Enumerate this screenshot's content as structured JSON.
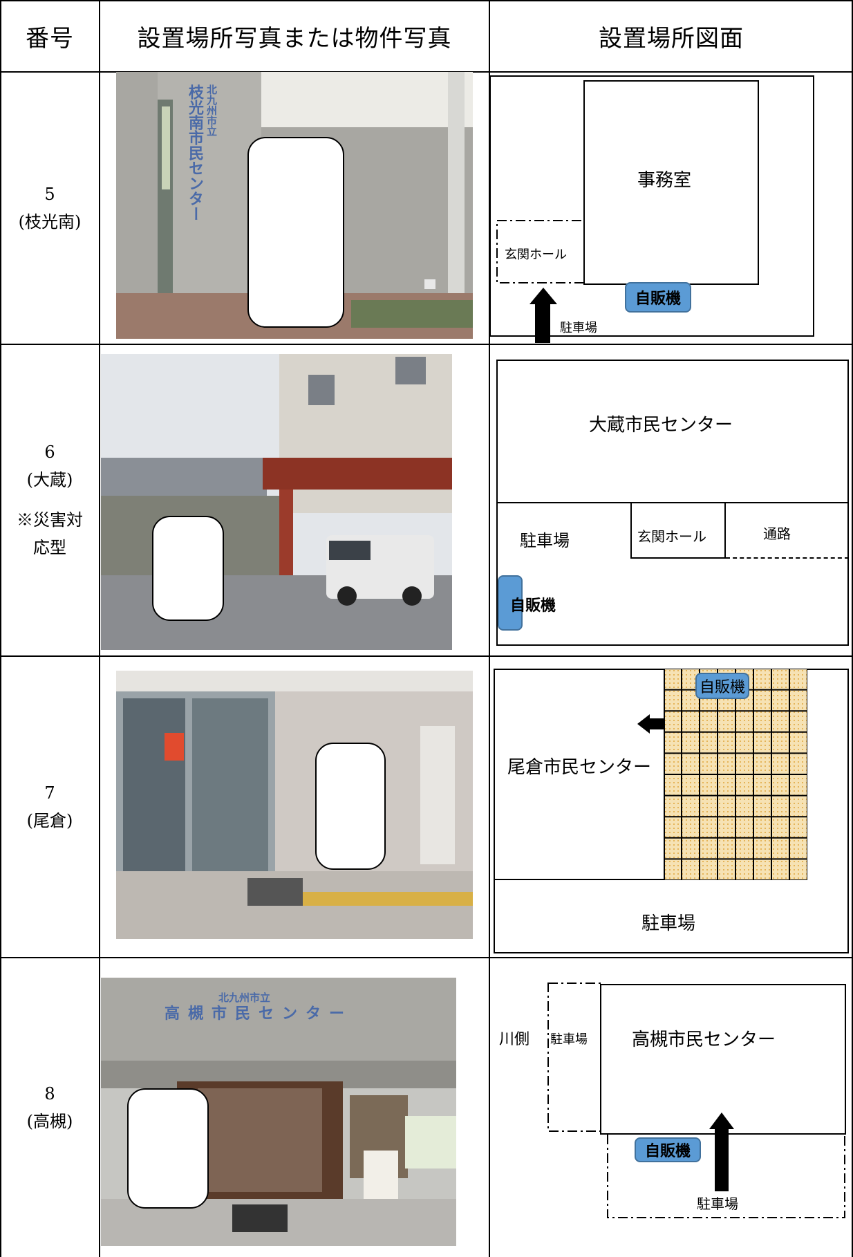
{
  "header": {
    "col_number": "番号",
    "col_photo": "設置場所写真または物件写真",
    "col_map": "設置場所図面"
  },
  "rows": [
    {
      "number": "5",
      "name": "(枝光南)",
      "photo_sign_line1": "北九州市立",
      "photo_sign_line2": "枝光南市民センター",
      "map": {
        "office": "事務室",
        "entrance": "玄関ホール",
        "vending": "自販機",
        "parking": "駐車場"
      }
    },
    {
      "number": "6",
      "name": "(大蔵)",
      "note_line1": "※災害対",
      "note_line2": "応型",
      "map": {
        "center": "大蔵市民センター",
        "parking": "駐車場",
        "entrance": "玄関ホール",
        "passage": "通路",
        "vending": "自販機"
      }
    },
    {
      "number": "7",
      "name": "(尾倉)",
      "map": {
        "center": "尾倉市民センター",
        "vending": "自販機",
        "parking": "駐車場"
      }
    },
    {
      "number": "8",
      "name": "(高槻)",
      "photo_sign_line1": "北九州市立",
      "photo_sign_line2": "高槻市民センター",
      "map": {
        "river": "川側",
        "parking_side": "駐車場",
        "center": "高槻市民センター",
        "vending": "自販機",
        "parking": "駐車場"
      }
    }
  ],
  "colors": {
    "vending_fill": "#5b9bd5",
    "vending_border": "#41719c",
    "grid_fill": "#f2d9a0",
    "line": "#000000"
  }
}
